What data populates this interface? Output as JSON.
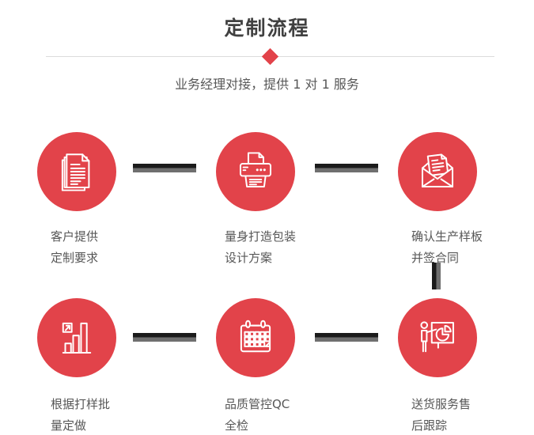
{
  "header": {
    "title": "定制流程",
    "subtitle": "业务经理对接，提供 1 对 1 服务"
  },
  "steps": [
    {
      "icon": "documents-icon",
      "label_line1": "客户提供",
      "label_line2": "定制要求"
    },
    {
      "icon": "printer-icon",
      "label_line1": "量身打造包装",
      "label_line2": "设计方案"
    },
    {
      "icon": "envelope-icon",
      "label_line1": "确认生产样板",
      "label_line2": "并签合同"
    },
    {
      "icon": "bar-chart-icon",
      "label_line1": "根据打样批",
      "label_line2": "量定做"
    },
    {
      "icon": "calendar-icon",
      "label_line1": "品质管控QC",
      "label_line2": "全检"
    },
    {
      "icon": "presentation-icon",
      "label_line1": "送货服务售",
      "label_line2": "后跟踪"
    }
  ],
  "icons": {
    "diamond": "red-diamond"
  },
  "colors": {
    "accent_red": "#e2434a",
    "title_text": "#404040",
    "body_text": "#575757",
    "divider": "#dcdcdc",
    "connector_dark": "#1b1b1b",
    "connector_gray": "#6f6f6f",
    "background": "#ffffff",
    "icon_stroke": "#ffffff"
  }
}
